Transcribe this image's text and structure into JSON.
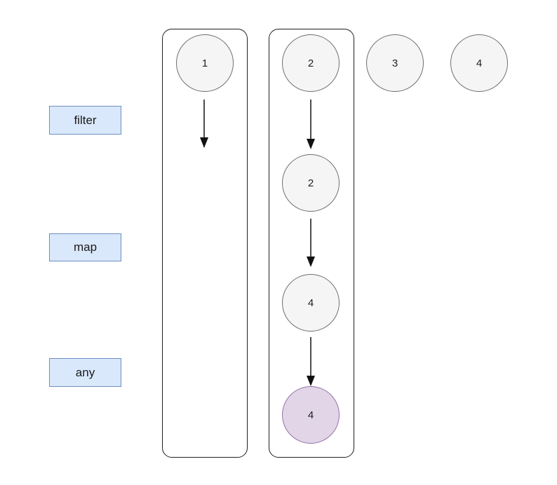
{
  "operators": {
    "filter": "filter",
    "map": "map",
    "any": "any"
  },
  "nodes": {
    "source_1": "1",
    "source_2": "2",
    "source_3": "3",
    "source_4": "4",
    "after_filter": "2",
    "after_map": "4",
    "result": "4"
  },
  "colors": {
    "node_fill": "#f5f5f5",
    "result_fill": "#e1d5e7",
    "result_border": "#9673a6",
    "operator_fill": "#dae8fc",
    "operator_border": "#6c8ebf"
  }
}
